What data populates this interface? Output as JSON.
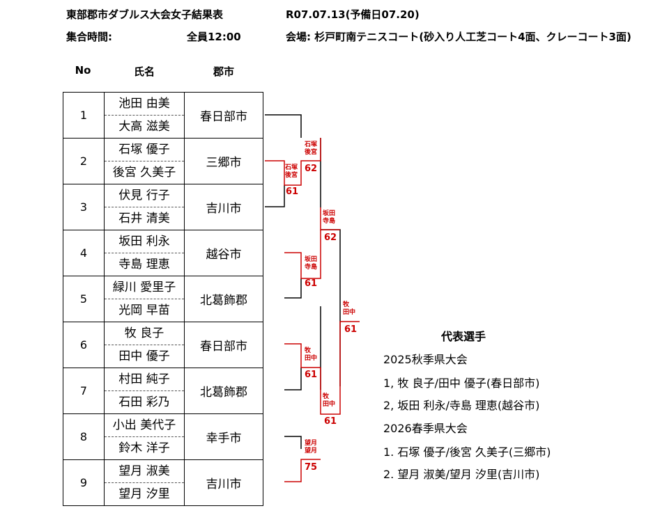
{
  "header": {
    "title": "東部郡市ダブルス大会女子結果表",
    "date": "R07.07.13(予備日07.20)",
    "time_label": "集合時間:",
    "time_value": "全員12:00",
    "venue": "会場: 杉戸町南テニスコート(砂入り人工芝コート4面、クレーコート3面)"
  },
  "columns": {
    "no": "No",
    "name": "氏名",
    "city": "郡市"
  },
  "entries": [
    {
      "no": "1",
      "p1": "池田 由美",
      "p2": "大高 滋美",
      "city": "春日部市"
    },
    {
      "no": "2",
      "p1": "石塚 優子",
      "p2": "後宮 久美子",
      "city": "三郷市"
    },
    {
      "no": "3",
      "p1": "伏見 行子",
      "p2": "石井 清美",
      "city": "吉川市"
    },
    {
      "no": "4",
      "p1": "坂田 利永",
      "p2": "寺島 理恵",
      "city": "越谷市"
    },
    {
      "no": "5",
      "p1": "緑川 愛里子",
      "p2": "光岡 早苗",
      "city": "北葛飾郡"
    },
    {
      "no": "6",
      "p1": "牧 良子",
      "p2": "田中 優子",
      "city": "春日部市"
    },
    {
      "no": "7",
      "p1": "村田 純子",
      "p2": "石田 彩乃",
      "city": "北葛飾郡"
    },
    {
      "no": "8",
      "p1": "小出 美代子",
      "p2": "鈴木 洋子",
      "city": "幸手市"
    },
    {
      "no": "9",
      "p1": "望月 淑美",
      "p2": "望月 汐里",
      "city": "吉川市"
    }
  ],
  "bracket": {
    "m1": {
      "w1": "石塚",
      "w2": "後宮",
      "score": "61"
    },
    "m2": {
      "w1": "石塚",
      "w2": "後宮",
      "score": "62"
    },
    "m3": {
      "w1": "坂田",
      "w2": "寺島",
      "score": "61"
    },
    "m4": {
      "w1": "坂田",
      "w2": "寺島",
      "score": "62"
    },
    "m5": {
      "w1": "牧",
      "w2": "田中",
      "score": "61"
    },
    "m6": {
      "w1": "望月",
      "w2": "望月",
      "score": "75"
    },
    "m7": {
      "w1": "牧",
      "w2": "田中",
      "score": "61"
    },
    "final": {
      "w1": "牧",
      "w2": "田中",
      "score": "61"
    }
  },
  "representatives": {
    "title": "代表選手",
    "group1": "2025秋季県大会",
    "g1_1": "1, 牧 良子/田中 優子(春日部市)",
    "g1_2": "2, 坂田 利永/寺島 理恵(越谷市)",
    "group2": "2026春季県大会",
    "g2_1": "1. 石塚 優子/後宮 久美子(三郷市)",
    "g2_2": "2. 望月 淑美/望月 汐里(吉川市)"
  },
  "colors": {
    "win_line": "#cc0000",
    "line": "#000000"
  }
}
